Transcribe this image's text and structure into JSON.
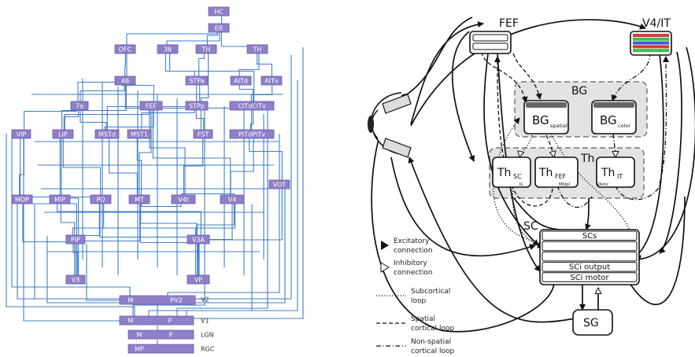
{
  "left_panel": {
    "areas": {
      "HC": "HC",
      "ER": "ER",
      "OFC": "OFC",
      "A36": "36",
      "TH1": "TH",
      "TH2": "TH",
      "A46": "46",
      "STPa": "STPa",
      "AITd": "AITd",
      "AITv": "AITv",
      "A7a": "7a",
      "FEF": "FEF",
      "STPp": "STPp",
      "CITdCITv": "CITdCITv",
      "VIP": "VIP",
      "LIP": "LIP",
      "MSTd": "MSTd",
      "MST1": "MST1",
      "FST": "FST",
      "PITdPITv": "PITdPITv",
      "VOT": "VOT",
      "MDP": "MDP",
      "MIP": "MIP",
      "PO": "PO",
      "MT": "MT",
      "V4t": "V4t",
      "V4": "V4",
      "PIP": "PIP",
      "V3A": "V3A",
      "V3": "V3",
      "VP": "VP",
      "V2M": "M",
      "V2P": "PV2",
      "V1M": "M",
      "V1P": "P",
      "LGNM": "M",
      "LGNP": "P",
      "RGC": "MP"
    },
    "row_labels": {
      "v2": "V2",
      "v1": "V1",
      "lgn": "LGN",
      "rgc": "RGC"
    }
  },
  "right_panel": {
    "fef": "FEF",
    "v4it": "V4/IT",
    "bg": "BG",
    "bg_spatial": {
      "main": "BG",
      "sub": "spatial"
    },
    "bg_color": {
      "main": "BG",
      "sub": "color"
    },
    "th": "Th",
    "th_sc": {
      "main": "Th",
      "sub": "SC",
      "tag": "IL"
    },
    "th_fef": {
      "main": "Th",
      "sub": "FEF",
      "tag": "MDpl"
    },
    "th_it": {
      "main": "Th",
      "sub": "IT",
      "tag": "VAmc"
    },
    "sc": "SC",
    "sc_layers": [
      "SCs",
      "",
      "",
      "SCi output",
      "SCi motor"
    ],
    "sg": "SG",
    "v4it_stripe_colors": [
      "#d83a3a",
      "#3bbf4a",
      "#3a5fd8",
      "#d83a3a",
      "#3bbf4a"
    ]
  },
  "legend": {
    "excitatory": [
      "Excitatory",
      "connection"
    ],
    "inhibitory": [
      "Inhibitory",
      "connection"
    ],
    "subcortical": [
      "Subcortical",
      "loop"
    ],
    "spatial": [
      "Spatial",
      "cortical loop"
    ],
    "nonspatial": [
      "Non-spatial",
      "cortical loop"
    ]
  }
}
